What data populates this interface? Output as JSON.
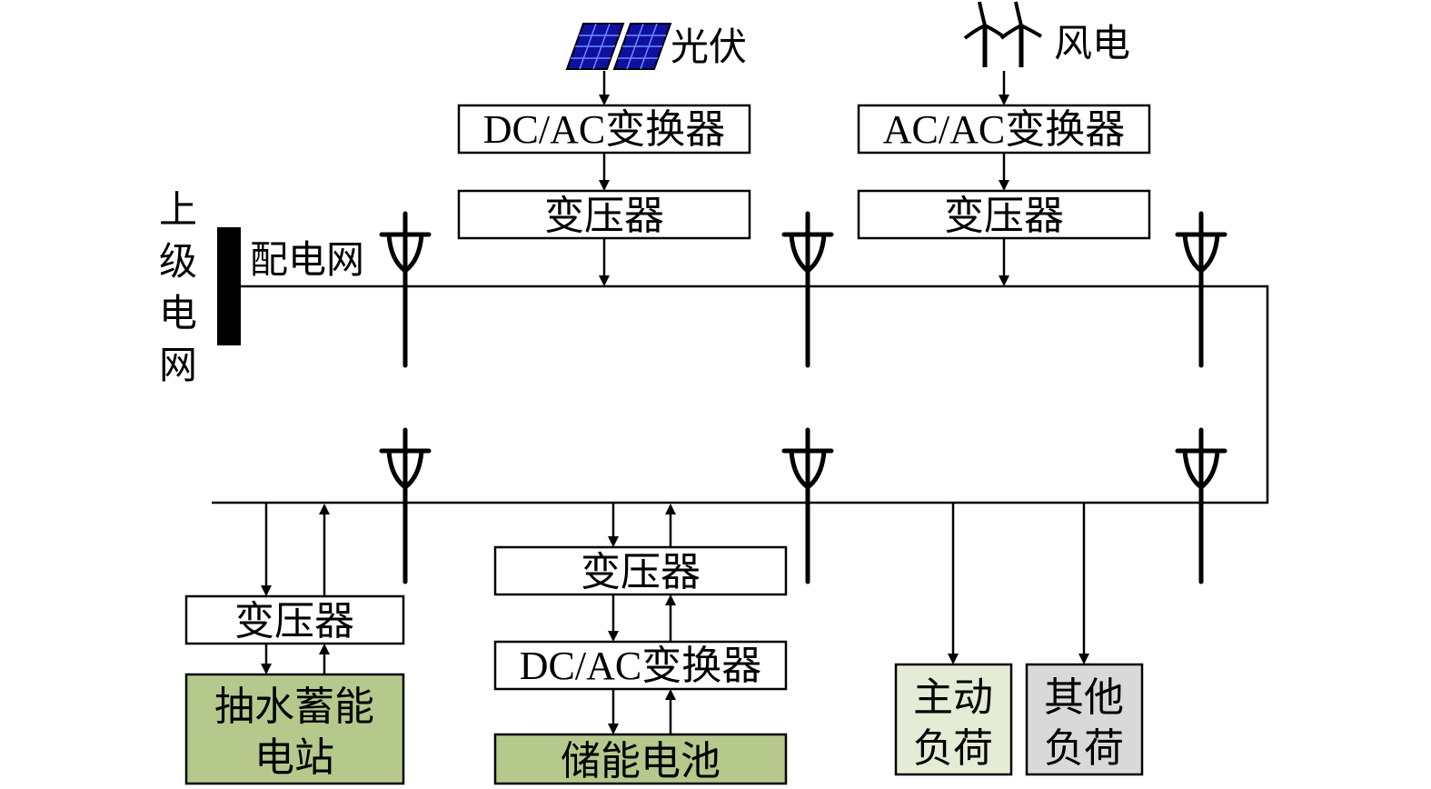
{
  "labels": {
    "upstream_grid": "上级电网",
    "distribution_grid": "配电网",
    "pv": "光伏",
    "wind": "风电"
  },
  "boxes": {
    "pv_converter": "DC/AC变换器",
    "pv_transformer": "变压器",
    "wind_converter": "AC/AC变换器",
    "wind_transformer": "变压器",
    "pumped_transformer": "变压器",
    "pumped_storage": "抽水蓄能电站",
    "battery_transformer": "变压器",
    "battery_converter": "DC/AC变换器",
    "battery": "储能电池",
    "active_load": "主动负荷",
    "other_load": "其他负荷"
  },
  "colors": {
    "storage_fill": "#b5c98c",
    "active_load_fill": "#e5ecd6",
    "other_load_fill": "#d9d9d9",
    "solar_panel": "#1010a0"
  }
}
